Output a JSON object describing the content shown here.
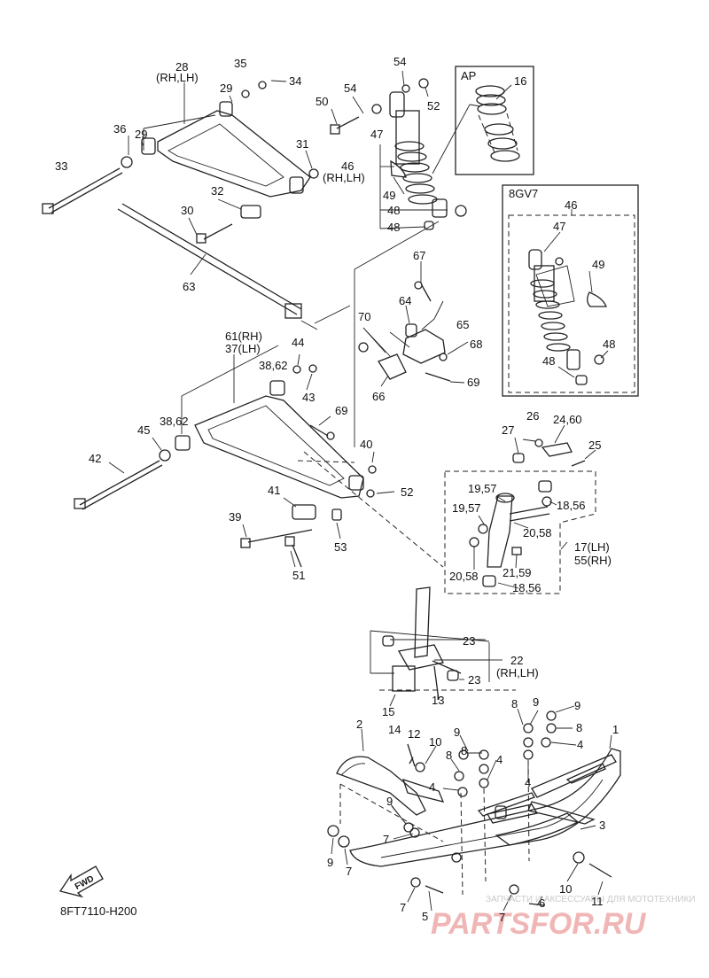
{
  "diagram": {
    "figure_code": "8FT7110-H200",
    "fwd_label": "FWD",
    "inset_ap_label": "AP",
    "inset_8gv7_label": "8GV7",
    "watermark": {
      "line1": "ЗАПЧАСТИ И АКСЕССУАРЫ ДЛЯ МОТОТЕХНИКИ",
      "line2": "PARTSFOR.RU"
    },
    "callouts": [
      "28",
      "(RH,LH)",
      "35",
      "34",
      "29",
      "36",
      "29",
      "31",
      "33",
      "32",
      "30",
      "63",
      "54",
      "54",
      "52",
      "50",
      "47",
      "46",
      "(RH,LH)",
      "49",
      "48",
      "48",
      "16",
      "46",
      "47",
      "49",
      "48",
      "48",
      "67",
      "64",
      "65",
      "68",
      "69",
      "70",
      "66",
      "61(RH)",
      "37(LH)",
      "44",
      "38,62",
      "43",
      "38,62",
      "69",
      "45",
      "42",
      "40",
      "52",
      "41",
      "39",
      "53",
      "51",
      "26",
      "24,60",
      "25",
      "27",
      "19,57",
      "19,57",
      "18,56",
      "20,58",
      "17(LH)",
      "55(RH)",
      "21,59",
      "20,58",
      "18,56",
      "23",
      "22",
      "(RH,LH)",
      "23",
      "15",
      "13",
      "8",
      "9",
      "9",
      "8",
      "4",
      "1",
      "2",
      "14",
      "12",
      "10",
      "9",
      "8",
      "8",
      "4",
      "4",
      "4",
      "3",
      "9",
      "7",
      "9",
      "7",
      "7",
      "5",
      "7",
      "6",
      "10",
      "11"
    ]
  }
}
